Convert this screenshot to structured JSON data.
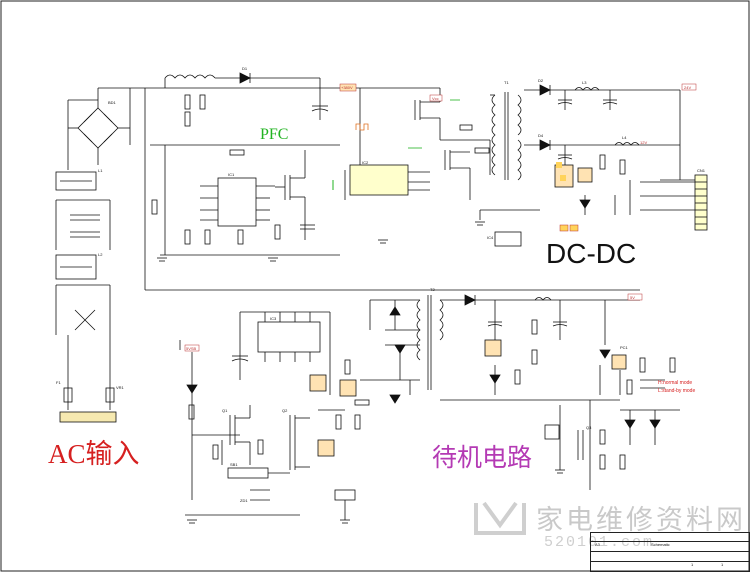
{
  "sections": {
    "ac_input": "AC输入",
    "dc_dc": "DC-DC",
    "pfc": "PFC",
    "standby": "待机电路"
  },
  "modes": {
    "normal": "H:normal mode",
    "standby": "L:stand-by mode"
  },
  "watermark": {
    "text": "家电维修资料网",
    "url": "520101.com"
  },
  "components": {
    "BD1": "BD1",
    "L1": "L1",
    "L2": "L2",
    "T1": "T1",
    "T2": "T2",
    "IC1": "IC1",
    "IC2": "IC2",
    "IC3": "IC3",
    "IC4": "IC4",
    "CN1": "CN1",
    "D1": "D1",
    "D2": "D2",
    "D4": "D4",
    "Q1": "Q1",
    "Q2": "Q2",
    "Q3": "Q3",
    "PC1": "PC1",
    "L3": "L3",
    "L4": "L4",
    "F1": "F1",
    "VR1": "VR1",
    "SB1": "SB1",
    "ZD1": "ZD1"
  },
  "rails": {
    "pfc_out": "+380V",
    "v24": "24V",
    "v12": "12V",
    "v5": "5V",
    "vcc": "Vcc",
    "standby_vcc": "5VSB"
  },
  "title_block": {
    "size": "A3",
    "title": "Schematic",
    "date": "",
    "sheet": "1",
    "of": "1"
  }
}
